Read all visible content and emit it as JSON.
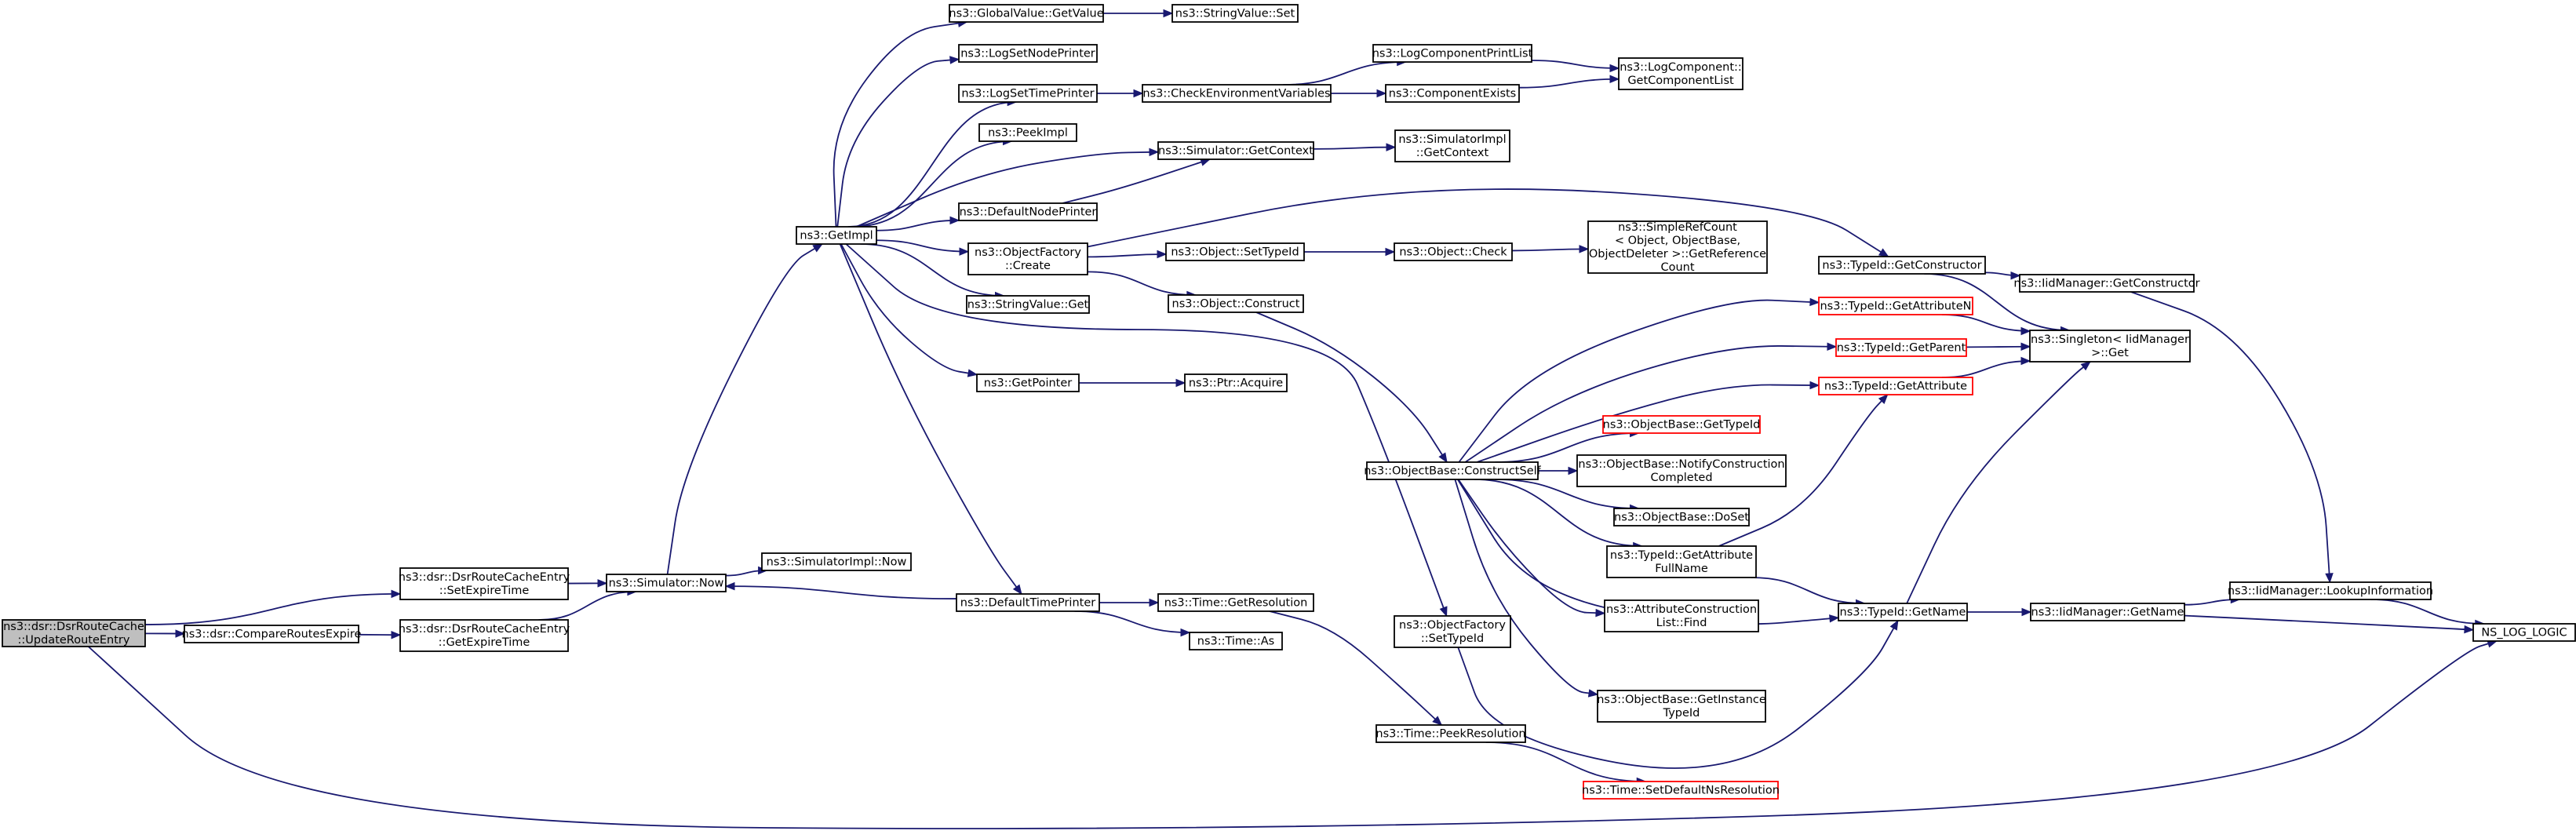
{
  "diagram": {
    "nodes": [
      {
        "id": "n0",
        "lines": [
          "ns3::dsr::DsrRouteCache",
          "::UpdateRouteEntry"
        ],
        "style": "root"
      },
      {
        "id": "n1",
        "lines": [
          "ns3::dsr::CompareRoutesExpire"
        ],
        "style": "normal"
      },
      {
        "id": "n2",
        "lines": [
          "ns3::dsr::DsrRouteCacheEntry",
          "::SetExpireTime"
        ],
        "style": "normal"
      },
      {
        "id": "n3",
        "lines": [
          "ns3::dsr::DsrRouteCacheEntry",
          "::GetExpireTime"
        ],
        "style": "normal"
      },
      {
        "id": "n4",
        "lines": [
          "ns3::Simulator::Now"
        ],
        "style": "normal"
      },
      {
        "id": "n5",
        "lines": [
          "ns3::SimulatorImpl::Now"
        ],
        "style": "normal"
      },
      {
        "id": "n6",
        "lines": [
          "ns3::GetImpl"
        ],
        "style": "normal"
      },
      {
        "id": "n7",
        "lines": [
          "ns3::GlobalValue::GetValue"
        ],
        "style": "normal"
      },
      {
        "id": "n8",
        "lines": [
          "ns3::StringValue::Set"
        ],
        "style": "normal"
      },
      {
        "id": "n9",
        "lines": [
          "ns3::LogSetNodePrinter"
        ],
        "style": "normal"
      },
      {
        "id": "n10",
        "lines": [
          "ns3::LogSetTimePrinter"
        ],
        "style": "normal"
      },
      {
        "id": "n11",
        "lines": [
          "ns3::CheckEnvironmentVariables"
        ],
        "style": "normal"
      },
      {
        "id": "n12",
        "lines": [
          "ns3::LogComponentPrintList"
        ],
        "style": "normal"
      },
      {
        "id": "n13",
        "lines": [
          "ns3::ComponentExists"
        ],
        "style": "normal"
      },
      {
        "id": "n14",
        "lines": [
          "ns3::LogComponent::",
          "GetComponentList"
        ],
        "style": "normal"
      },
      {
        "id": "n15",
        "lines": [
          "ns3::PeekImpl"
        ],
        "style": "normal"
      },
      {
        "id": "n16",
        "lines": [
          "ns3::Simulator::GetContext"
        ],
        "style": "normal"
      },
      {
        "id": "n17",
        "lines": [
          "ns3::SimulatorImpl",
          "::GetContext"
        ],
        "style": "normal"
      },
      {
        "id": "n18",
        "lines": [
          "ns3::DefaultNodePrinter"
        ],
        "style": "normal"
      },
      {
        "id": "n19",
        "lines": [
          "ns3::ObjectFactory",
          "::Create"
        ],
        "style": "normal"
      },
      {
        "id": "n20",
        "lines": [
          "ns3::Object::SetTypeId"
        ],
        "style": "normal"
      },
      {
        "id": "n21",
        "lines": [
          "ns3::Object::Check"
        ],
        "style": "normal"
      },
      {
        "id": "n22",
        "lines": [
          "ns3::SimpleRefCount",
          "< Object, ObjectBase,",
          "ObjectDeleter >::GetReference",
          "Count"
        ],
        "style": "normal"
      },
      {
        "id": "n23",
        "lines": [
          "ns3::Object::Construct"
        ],
        "style": "normal"
      },
      {
        "id": "n24",
        "lines": [
          "ns3::StringValue::Get"
        ],
        "style": "normal"
      },
      {
        "id": "n25",
        "lines": [
          "ns3::GetPointer"
        ],
        "style": "normal"
      },
      {
        "id": "n26",
        "lines": [
          "ns3::Ptr::Acquire"
        ],
        "style": "normal"
      },
      {
        "id": "n27",
        "lines": [
          "ns3::DefaultTimePrinter"
        ],
        "style": "normal"
      },
      {
        "id": "n28",
        "lines": [
          "ns3::Time::GetResolution"
        ],
        "style": "normal"
      },
      {
        "id": "n29",
        "lines": [
          "ns3::Time::As"
        ],
        "style": "normal"
      },
      {
        "id": "n30",
        "lines": [
          "ns3::Time::PeekResolution"
        ],
        "style": "normal"
      },
      {
        "id": "n31",
        "lines": [
          "ns3::Time::SetDefaultNsResolution"
        ],
        "style": "red"
      },
      {
        "id": "n32",
        "lines": [
          "ns3::ObjectFactory",
          "::SetTypeId"
        ],
        "style": "normal"
      },
      {
        "id": "n33",
        "lines": [
          "ns3::ObjectBase::ConstructSelf"
        ],
        "style": "normal"
      },
      {
        "id": "n34",
        "lines": [
          "ns3::ObjectBase::GetTypeId"
        ],
        "style": "red"
      },
      {
        "id": "n35",
        "lines": [
          "ns3::ObjectBase::NotifyConstruction",
          "Completed"
        ],
        "style": "normal"
      },
      {
        "id": "n36",
        "lines": [
          "ns3::ObjectBase::DoSet"
        ],
        "style": "normal"
      },
      {
        "id": "n37",
        "lines": [
          "ns3::TypeId::GetAttribute",
          "FullName"
        ],
        "style": "normal"
      },
      {
        "id": "n38",
        "lines": [
          "ns3::AttributeConstruction",
          "List::Find"
        ],
        "style": "normal"
      },
      {
        "id": "n39",
        "lines": [
          "ns3::ObjectBase::GetInstance",
          "TypeId"
        ],
        "style": "normal"
      },
      {
        "id": "n40",
        "lines": [
          "ns3::TypeId::GetConstructor"
        ],
        "style": "normal"
      },
      {
        "id": "n41",
        "lines": [
          "ns3::TypeId::GetAttributeN"
        ],
        "style": "red"
      },
      {
        "id": "n42",
        "lines": [
          "ns3::TypeId::GetParent"
        ],
        "style": "red"
      },
      {
        "id": "n43",
        "lines": [
          "ns3::TypeId::GetAttribute"
        ],
        "style": "red"
      },
      {
        "id": "n44",
        "lines": [
          "ns3::TypeId::GetName"
        ],
        "style": "normal"
      },
      {
        "id": "n45",
        "lines": [
          "ns3::IidManager::GetConstructor"
        ],
        "style": "normal"
      },
      {
        "id": "n46",
        "lines": [
          "ns3::Singleton< IidManager",
          ">::Get"
        ],
        "style": "normal"
      },
      {
        "id": "n47",
        "lines": [
          "ns3::IidManager::GetName"
        ],
        "style": "normal"
      },
      {
        "id": "n48",
        "lines": [
          "ns3::IidManager::LookupInformation"
        ],
        "style": "normal"
      },
      {
        "id": "n49",
        "lines": [
          "NS_LOG_LOGIC"
        ],
        "style": "normal"
      }
    ],
    "edges": [
      [
        "n0",
        "n1"
      ],
      [
        "n0",
        "n2"
      ],
      [
        "n0",
        "n49"
      ],
      [
        "n1",
        "n3"
      ],
      [
        "n2",
        "n4"
      ],
      [
        "n3",
        "n4"
      ],
      [
        "n4",
        "n5"
      ],
      [
        "n4",
        "n6"
      ],
      [
        "n6",
        "n7"
      ],
      [
        "n6",
        "n9"
      ],
      [
        "n6",
        "n10"
      ],
      [
        "n6",
        "n15"
      ],
      [
        "n6",
        "n16"
      ],
      [
        "n6",
        "n18"
      ],
      [
        "n6",
        "n19"
      ],
      [
        "n6",
        "n24"
      ],
      [
        "n6",
        "n25"
      ],
      [
        "n6",
        "n27"
      ],
      [
        "n6",
        "n32"
      ],
      [
        "n7",
        "n8"
      ],
      [
        "n10",
        "n11"
      ],
      [
        "n11",
        "n12"
      ],
      [
        "n11",
        "n13"
      ],
      [
        "n12",
        "n14"
      ],
      [
        "n13",
        "n14"
      ],
      [
        "n16",
        "n17"
      ],
      [
        "n18",
        "n16"
      ],
      [
        "n19",
        "n20"
      ],
      [
        "n19",
        "n23"
      ],
      [
        "n19",
        "n40"
      ],
      [
        "n20",
        "n21"
      ],
      [
        "n21",
        "n22"
      ],
      [
        "n23",
        "n33"
      ],
      [
        "n25",
        "n26"
      ],
      [
        "n27",
        "n4"
      ],
      [
        "n27",
        "n28"
      ],
      [
        "n27",
        "n29"
      ],
      [
        "n28",
        "n30"
      ],
      [
        "n30",
        "n31"
      ],
      [
        "n32",
        "n44"
      ],
      [
        "n33",
        "n34"
      ],
      [
        "n33",
        "n35"
      ],
      [
        "n33",
        "n36"
      ],
      [
        "n33",
        "n37"
      ],
      [
        "n33",
        "n38"
      ],
      [
        "n33",
        "n39"
      ],
      [
        "n33",
        "n41"
      ],
      [
        "n33",
        "n42"
      ],
      [
        "n33",
        "n43"
      ],
      [
        "n33",
        "n44"
      ],
      [
        "n37",
        "n43"
      ],
      [
        "n37",
        "n44"
      ],
      [
        "n40",
        "n45"
      ],
      [
        "n40",
        "n46"
      ],
      [
        "n41",
        "n46"
      ],
      [
        "n42",
        "n46"
      ],
      [
        "n43",
        "n46"
      ],
      [
        "n44",
        "n46"
      ],
      [
        "n44",
        "n47"
      ],
      [
        "n45",
        "n48"
      ],
      [
        "n47",
        "n48"
      ],
      [
        "n47",
        "n49"
      ],
      [
        "n48",
        "n49"
      ]
    ]
  }
}
